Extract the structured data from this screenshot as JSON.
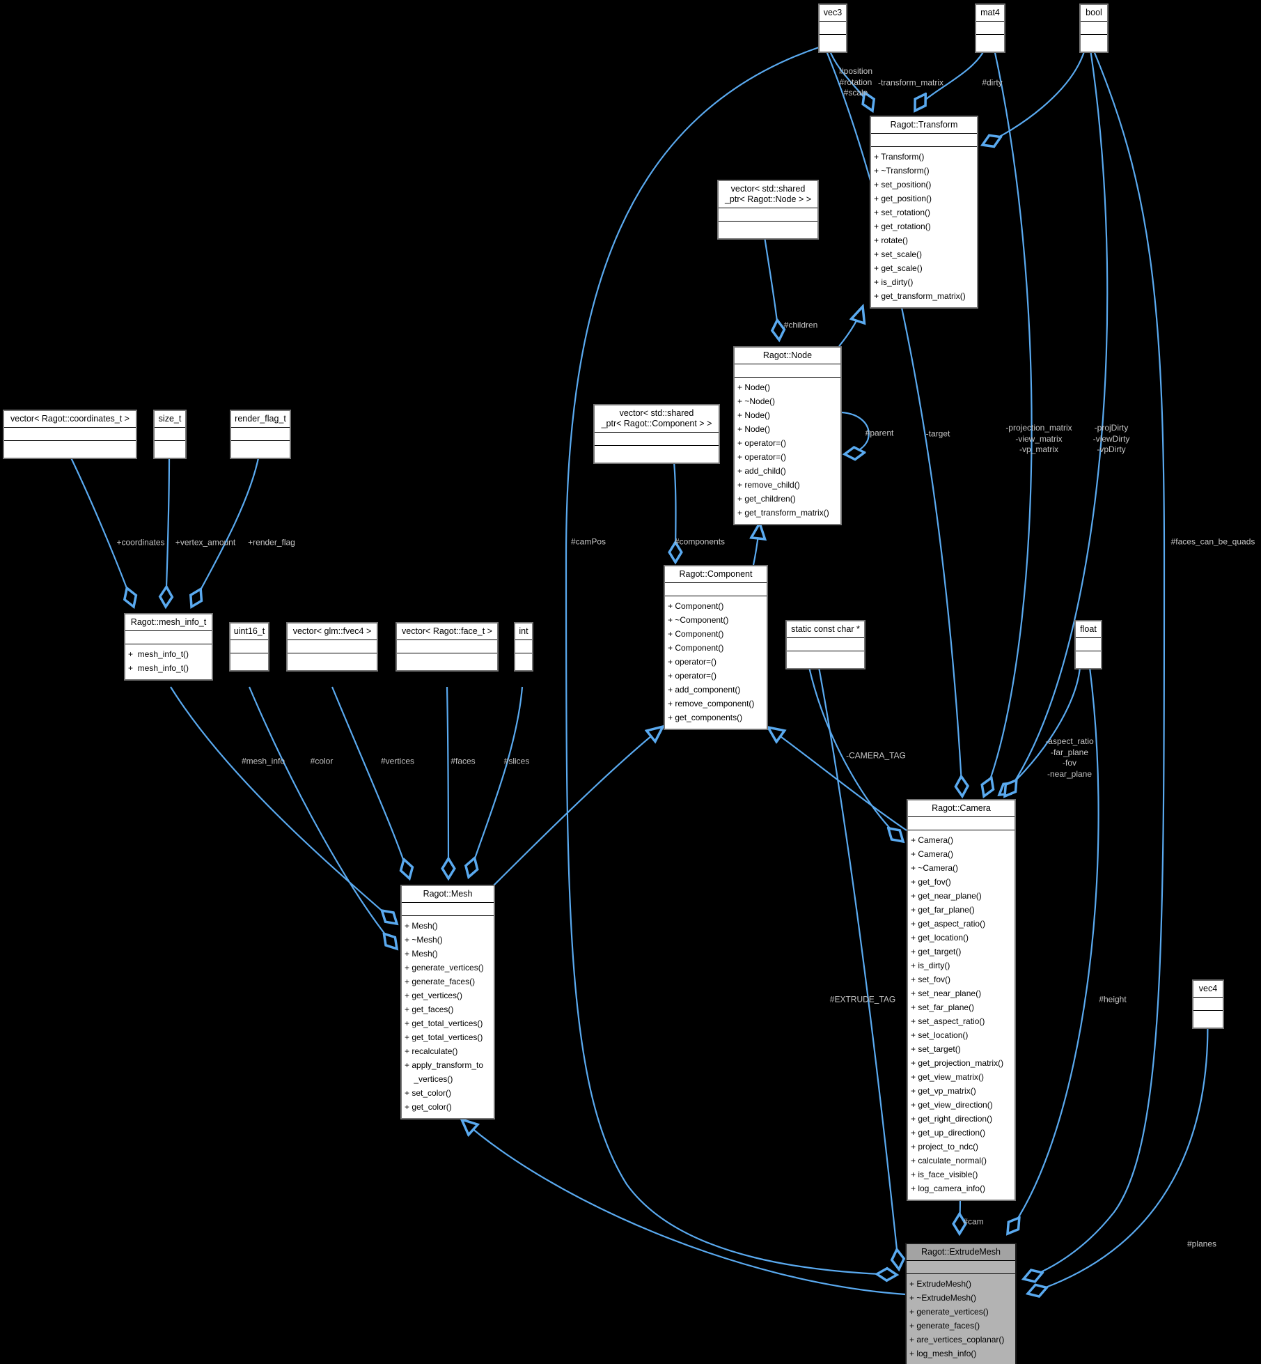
{
  "diagram": {
    "title": "Ragot::ExtrudeMesh collaboration diagram",
    "colors": {
      "background": "#000000",
      "edge": "#5aaaf0",
      "label": "#c6c6c6",
      "node_fill": "#ffffff",
      "highlight_fill": "#b3b3b3"
    },
    "classes": [
      {
        "id": "vec3",
        "title": "vec3",
        "methods": []
      },
      {
        "id": "mat4",
        "title": "mat4",
        "methods": []
      },
      {
        "id": "bool",
        "title": "bool",
        "methods": []
      },
      {
        "id": "transform",
        "title": "Ragot::Transform",
        "methods": [
          "+ Transform()",
          "+ ~Transform()",
          "+ set_position()",
          "+ get_position()",
          "+ set_rotation()",
          "+ get_rotation()",
          "+ rotate()",
          "+ set_scale()",
          "+ get_scale()",
          "+ is_dirty()",
          "+ get_transform_matrix()"
        ]
      },
      {
        "id": "vector_node",
        "title": "vector< std::shared\n_ptr< Ragot::Node > >",
        "methods": []
      },
      {
        "id": "node",
        "title": "Ragot::Node",
        "methods": [
          "+ Node()",
          "+ ~Node()",
          "+ Node()",
          "+ Node()",
          "+ operator=()",
          "+ operator=()",
          "+ add_child()",
          "+ remove_child()",
          "+ get_children()",
          "+ get_transform_matrix()"
        ]
      },
      {
        "id": "vector_coordinates",
        "title": "vector< Ragot::coordinates_t >",
        "methods": []
      },
      {
        "id": "size_t",
        "title": "size_t",
        "methods": []
      },
      {
        "id": "render_flag_t",
        "title": "render_flag_t",
        "methods": []
      },
      {
        "id": "vector_component",
        "title": "vector< std::shared\n_ptr< Ragot::Component > >",
        "methods": []
      },
      {
        "id": "component",
        "title": "Ragot::Component",
        "methods": [
          "+ Component()",
          "+ ~Component()",
          "+ Component()",
          "+ Component()",
          "+ operator=()",
          "+ operator=()",
          "+ add_component()",
          "+ remove_component()",
          "+ get_components()"
        ]
      },
      {
        "id": "static_char",
        "title": "static const char *",
        "methods": []
      },
      {
        "id": "float",
        "title": "float",
        "methods": []
      },
      {
        "id": "mesh_info",
        "title": "Ragot::mesh_info_t",
        "methods": [
          "+  mesh_info_t()",
          "+  mesh_info_t()"
        ]
      },
      {
        "id": "uint16",
        "title": "uint16_t",
        "methods": []
      },
      {
        "id": "vector_fvec4",
        "title": "vector< glm::fvec4 >",
        "methods": []
      },
      {
        "id": "vector_face",
        "title": "vector< Ragot::face_t >",
        "methods": []
      },
      {
        "id": "int",
        "title": "int",
        "methods": []
      },
      {
        "id": "mesh",
        "title": "Ragot::Mesh",
        "methods": [
          "+ Mesh()",
          "+ ~Mesh()",
          "+ Mesh()",
          "+ generate_vertices()",
          "+ generate_faces()",
          "+ get_vertices()",
          "+ get_faces()",
          "+ get_total_vertices()",
          "+ get_total_vertices()",
          "+ recalculate()",
          "+ apply_transform_to\n    _vertices()",
          "+ set_color()",
          "+ get_color()"
        ]
      },
      {
        "id": "camera",
        "title": "Ragot::Camera",
        "methods": [
          "+ Camera()",
          "+ Camera()",
          "+ ~Camera()",
          "+ get_fov()",
          "+ get_near_plane()",
          "+ get_far_plane()",
          "+ get_aspect_ratio()",
          "+ get_location()",
          "+ get_target()",
          "+ is_dirty()",
          "+ set_fov()",
          "+ set_near_plane()",
          "+ set_far_plane()",
          "+ set_aspect_ratio()",
          "+ set_location()",
          "+ set_target()",
          "+ get_projection_matrix()",
          "+ get_view_matrix()",
          "+ get_vp_matrix()",
          "+ get_view_direction()",
          "+ get_right_direction()",
          "+ get_up_direction()",
          "+ project_to_ndc()",
          "+ calculate_normal()",
          "+ is_face_visible()",
          "+ log_camera_info()"
        ]
      },
      {
        "id": "vec4",
        "title": "vec4",
        "methods": []
      },
      {
        "id": "extrude",
        "title": "Ragot::ExtrudeMesh",
        "highlight": true,
        "methods": [
          "+ ExtrudeMesh()",
          "+ ~ExtrudeMesh()",
          "+ generate_vertices()",
          "+ generate_faces()",
          "+ are_vertices_coplanar()",
          "+ log_mesh_info()"
        ]
      }
    ],
    "edge_labels": [
      {
        "id": "position_rotation_scale",
        "text": "#position\n#rotation\n#scale"
      },
      {
        "id": "transform_matrix",
        "text": "-transform_matrix"
      },
      {
        "id": "dirty",
        "text": "#dirty"
      },
      {
        "id": "children",
        "text": "#children"
      },
      {
        "id": "parent",
        "text": "#parent"
      },
      {
        "id": "target",
        "text": "-target"
      },
      {
        "id": "projection_matrices",
        "text": "-projection_matrix\n-view_matrix\n-vp_matrix"
      },
      {
        "id": "proj_dirty",
        "text": "-projDirty\n-viewDirty\n-vpDirty"
      },
      {
        "id": "faces_can_be_quads",
        "text": "#faces_can_be_quads"
      },
      {
        "id": "campos",
        "text": "#camPos"
      },
      {
        "id": "components",
        "text": "#components"
      },
      {
        "id": "coordinates",
        "text": "+coordinates"
      },
      {
        "id": "vertex_amount",
        "text": "+vertex_amount"
      },
      {
        "id": "render_flag",
        "text": "+render_flag"
      },
      {
        "id": "mesh_info_lbl",
        "text": "#mesh_info"
      },
      {
        "id": "color",
        "text": "#color"
      },
      {
        "id": "vertices",
        "text": "#vertices"
      },
      {
        "id": "faces",
        "text": "#faces"
      },
      {
        "id": "slices",
        "text": "#slices"
      },
      {
        "id": "camera_tag",
        "text": "-CAMERA_TAG"
      },
      {
        "id": "camera_params",
        "text": "-aspect_ratio\n-far_plane\n-fov\n-near_plane"
      },
      {
        "id": "extrude_tag",
        "text": "#EXTRUDE_TAG"
      },
      {
        "id": "height",
        "text": "#height"
      },
      {
        "id": "cam",
        "text": "#cam"
      },
      {
        "id": "planes",
        "text": "#planes"
      }
    ]
  }
}
